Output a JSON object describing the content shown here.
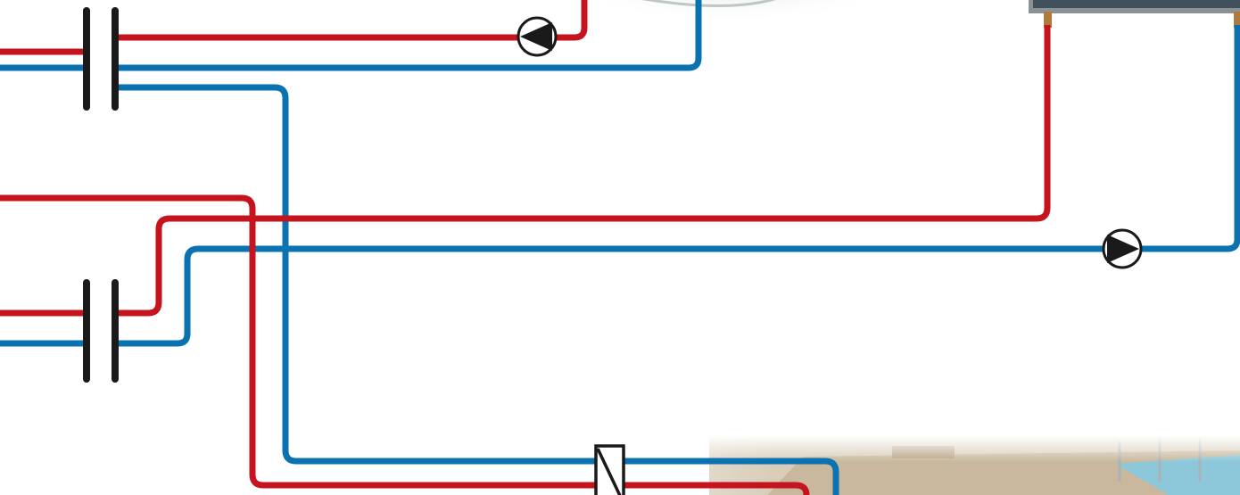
{
  "colors": {
    "background": "#ffffff",
    "hot_pipe": "#c5141d",
    "cold_pipe": "#0a72b0",
    "symbol": "#1a1a1a",
    "collector_frame": "#8a9296",
    "collector_glass": "#41515c",
    "fitting": "#b07a3a",
    "pool_deck": "#d6c7b2",
    "pool_water": "#7fc3d8"
  },
  "components": {
    "top_coupling": "pipe-coupling",
    "middle_coupling": "pipe-coupling",
    "top_pump": "circulation-pump",
    "collector_pump": "circulation-pump",
    "heat_exchanger": "heat-exchanger",
    "solar_collector": "solar-collector",
    "storage_tank": "storage-tank",
    "pool": "swimming-pool"
  }
}
